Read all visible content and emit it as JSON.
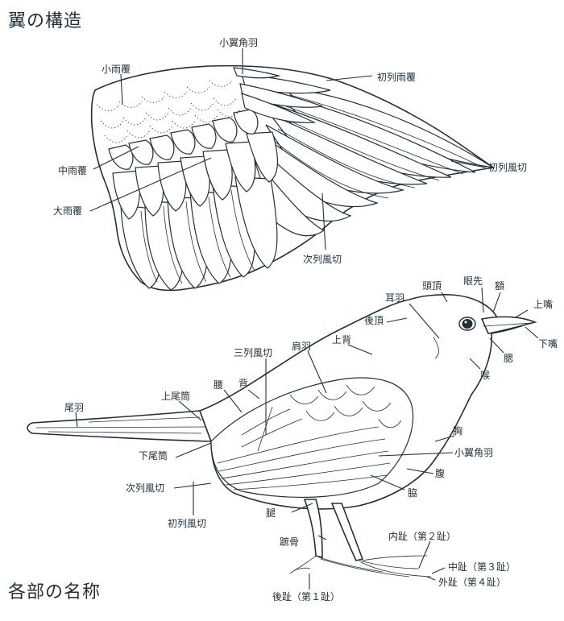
{
  "titles": {
    "wing": "翼の構造",
    "body": "各部の名称"
  },
  "wing_labels": {
    "alula": "小翼角羽",
    "lesser_coverts": "小雨覆",
    "primary_coverts": "初列雨覆",
    "median_coverts": "中雨覆",
    "primaries": "初列風切",
    "greater_coverts": "大雨覆",
    "secondaries": "次列風切"
  },
  "body_labels": {
    "crown": "頭頂",
    "lore": "眼先",
    "forehead": "額",
    "upper_mandible": "上嘴",
    "lower_mandible": "下嘴",
    "ear_coverts": "耳羽",
    "nape": "後頂",
    "chin": "腮",
    "mantle": "上背",
    "scapulars": "肩羽",
    "tertials": "三列風切",
    "throat": "喉",
    "back": "背",
    "rump": "腰",
    "uppertail_coverts": "上尾筒",
    "tail": "尾羽",
    "breast": "胸",
    "alula": "小翼角羽",
    "undertail_coverts": "下尾筒",
    "belly": "腹",
    "secondaries": "次列風切",
    "flank": "脇",
    "primaries": "初列風切",
    "thigh": "腿",
    "tarsus": "蹠骨",
    "inner_toe": "内趾（第２趾）",
    "middle_toe": "中趾（第３趾）",
    "outer_toe": "外趾（第４趾）",
    "hind_toe": "後趾（第１趾）"
  }
}
